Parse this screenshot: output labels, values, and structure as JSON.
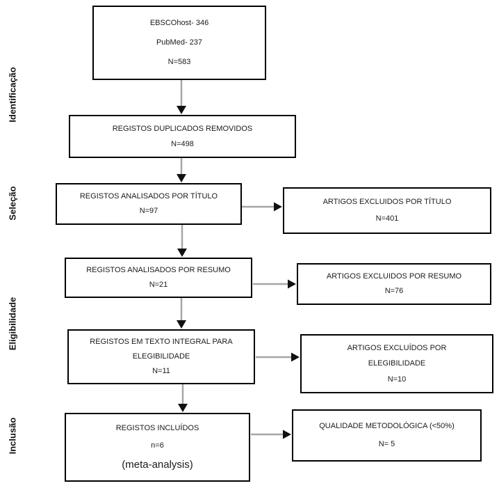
{
  "colors": {
    "box_border": "#000000",
    "arrow_line": "#a6a6a6",
    "arrow_head": "#111111",
    "text": "#1a1a1a",
    "background": "#ffffff"
  },
  "stages": [
    {
      "label": "Identificação"
    },
    {
      "label": "Seleção"
    },
    {
      "label": "Eligibilidade"
    },
    {
      "label": "Inclusão"
    }
  ],
  "main_boxes": [
    {
      "lines": [
        "EBSCOhost- 346",
        "PubMed- 237",
        "N=583"
      ]
    },
    {
      "lines": [
        "REGISTOS DUPLICADOS REMOVIDOS",
        "N=498"
      ]
    },
    {
      "lines": [
        "REGISTOS ANALISADOS POR TÍTULO",
        "N=97"
      ]
    },
    {
      "lines": [
        "REGISTOS ANALISADOS POR RESUMO",
        "N=21"
      ]
    },
    {
      "lines": [
        "REGISTOS EM TEXTO INTEGRAL PARA",
        "ELEGIBILIDADE",
        "N=11"
      ]
    },
    {
      "lines": [
        "REGISTOS INCLUÍDOS",
        "n=6",
        "(meta-analysis)"
      ]
    }
  ],
  "side_boxes": [
    {
      "lines": [
        "ARTIGOS EXCLUIDOS POR TÍTULO",
        "N=401"
      ]
    },
    {
      "lines": [
        "ARTIGOS EXCLUIDOS POR RESUMO",
        "N=76"
      ]
    },
    {
      "lines": [
        "ARTIGOS EXCLUÍDOS POR",
        "ELEGIBILIDADE",
        "N=10"
      ]
    },
    {
      "lines": [
        "QUALIDADE METODOLÓGICA (<50%)",
        "N= 5"
      ]
    }
  ]
}
